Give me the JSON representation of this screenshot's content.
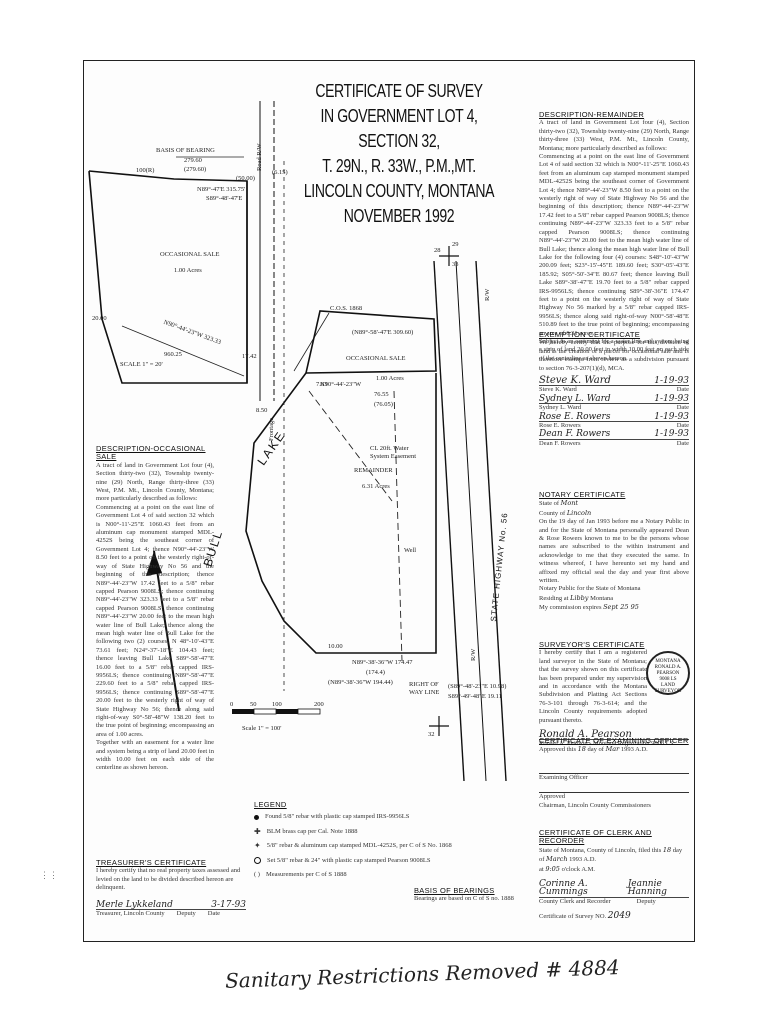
{
  "title": {
    "line1": "CERTIFICATE OF SURVEY",
    "line2": "IN GOVERNMENT LOT 4, SECTION 32,",
    "line3": "T. 29N., R. 33W., P.M.,MT.",
    "line4": "LINCOLN COUNTY, MONTANA",
    "line5": "NOVEMBER 1992"
  },
  "map": {
    "basis_of_bearing": "BASIS OF BEARING",
    "basis_v1": "279.60",
    "basis_v2": "(279.60)",
    "bearing_top": "N89°-47'E 315.75'",
    "bearing_top2": "S89°-48'-47'E",
    "dim_100": "100(R)",
    "dim_50": "(50.00)",
    "dim_615": "(6.15)",
    "occasional_sale": "OCCASIONAL SALE",
    "acres_100": "1.00 Acres",
    "bearing_mid": "N90°-44'-23\"W 323.33",
    "dim_960": "960.25",
    "scale_left": "SCALE 1\" = 20'",
    "dim_1742": "17.42",
    "dim_2000": "20.00",
    "road_rw": "Road R/W",
    "cos_label": "C.O.S. 1868",
    "bearing_cos": "(N89°-58'-47'E 309.60)",
    "occasional_sale2": "OCCASIONAL SALE",
    "acres_100b": "1.00 Acres",
    "dim_763": "7.63",
    "dim_850": "8.50",
    "bearing_lower": "N90°-44'-23\"W",
    "dim_7655": "76.55",
    "dim_7605": "(76.05)",
    "cl_easement": "CL 20ft. Water System Easement",
    "remainder": "REMAINDER",
    "acres_631": "6.31 Acres",
    "lake": "LAKE",
    "bull": "BULL",
    "well": "Well",
    "highway": "STATE HIGHWAY No. 56",
    "bearing_bottom": "N89°-38'-36\"W 174.47",
    "bearing_bottom2": "(174.4)",
    "bearing_bottom3": "(N89°-38'-36\"W 194.44)",
    "dim_1000": "10.00",
    "right_of_way": "RIGHT OF WAY LINE",
    "bearing_s89": "(S89°-48'-23\"E 10.98)",
    "bearing_s89b": "S89°-49'-48\"E 19.11",
    "scale_bar_labels": [
      "0",
      "50",
      "100",
      "200"
    ],
    "scale_bottom": "Scale 1\" = 100'",
    "rw": "R/W",
    "n29": "29",
    "n33": "33",
    "n32": "32",
    "n28": "28",
    "frontage": "Frontage"
  },
  "desc_remainder": {
    "heading": "DESCRIPTION-REMAINDER",
    "p1": "A tract of land in Government Lot four (4), Section thirty-two (32), Township twenty-nine (29) North, Range thirty-three (33) West, P.M. Mt., Lincoln County, Montana; more particularly described as follows:",
    "p2": "Commencing at a point on the east line of Government Lot 4 of said section 32 which is N00°-11'-25\"E 1060.43 feet from an aluminum cap stamped monument stamped MDL-4252S being the southeast corner of Government Lot 4; thence N89°-44'-23\"W 8.50 feet to a point on the westerly right of way of State Highway No 56 and the beginning of this description; thence N89°-44'-23\"W 17.42 feet to a 5/8\" rebar capped Pearson 9008LS; thence continuing N89°-44'-23\"W 323.33 feet to a 5/8\" rebar capped Pearson 9008LS; thence continuing N89°-44'-23\"W 20.00 feet to the mean high water line of Bull Lake; thence along the mean high water line of Bull Lake for the following four (4) courses: S48°-10'-43\"W 200.09 feet; S23°-15'-45\"E 189.60 feet; S30°-05'-43\"E 185.92; S05°-50'-34\"E 80.67 feet; thence leaving Bull Lake S89°-38'-47\"E 19.70 feet to a 5/8\" rebar capped IRS-9956LS; thence continuing S89°-38'-36\"E 174.47 feet to a point on the westerly right of way of State Highway No 56 marked by a 5/8\" rebar capped IRS-9956LS; thence along said right-of-way N00°-58'-48\"E 510.89 feet to the true point of beginning; encompassing an area of 6.31 acres.",
    "p3": "Subject to an easement for a water line and system being a strip of land 20.00 feet in width 10.00 feet on each side of the centerline as shown hereon."
  },
  "exemption": {
    "heading": "EXEMPTION CERTIFICATE",
    "text": "We hereby certify that the purpose for this division of land is the creation of a parcel for occasional sale and is therefore exempt from review as a subdivision pursuant to section 76-3-207(1)(d), MCA.",
    "sig1": "Steve K. Ward",
    "date1": "1-19-93",
    "name1": "Steve K. Ward",
    "sig2": "Sydney L. Ward",
    "date2": "1-19-93",
    "name2": "Sydney L. Ward",
    "sig3": "Rose E. Rowers",
    "date3": "1-19-93",
    "name3": "Rose E. Rowers",
    "sig4": "Dean F. Rowers",
    "date4": "1-19-93",
    "name4": "Dean F. Rowers",
    "date_label": "Date"
  },
  "notary": {
    "heading": "NOTARY CERTIFICATE",
    "state": "State of",
    "state_val": "Mont",
    "county": "County of",
    "county_val": "Lincoln",
    "text": "On the 19 day of Jan 1993 before me a Notary Public in and for the State of Montana personally appeared Dean & Rose Rowers known to me to be the persons whose names are subscribed to the within instrument and acknowledge to me that they executed the same. In witness whereof, I have hereunto set my hand and affixed my official seal the day and year first above written.",
    "line2": "Notary Public for the State of Montana",
    "residing": "Residing at",
    "residing_val": "Libby",
    "residing_state": "Montana",
    "expires": "My commission expires",
    "expires_val": "Sept 25 95"
  },
  "surveyor": {
    "heading": "SURVEYOR'S CERTIFICATE",
    "text": "I hereby certify that I am a registered land surveyor in the State of Montana; that the survey shown on this certificate has been prepared under my supervision and in accordance with the Montana Subdivision and Platting Act Sections 76-3-101 through 76-3-614; and the Lincoln County requirements adopted pursuant thereto.",
    "sig": "Ronald A. Pearson",
    "name": "Ronald A. Pearson - Montana Registration 9008 LS",
    "seal_top": "MONTANA",
    "seal_name": "RONALD A. PEARSON",
    "seal_num": "9008 LS",
    "seal_bottom": "LAND SURVEYOR"
  },
  "examining": {
    "heading": "CERTIFICATE OF EXAMINING OFFICER",
    "approved": "Approved this",
    "day": "18",
    "day_of": "day of",
    "month": "Mar",
    "year": "1993 A.D.",
    "officer_label": "Examining Officer",
    "approved2": "Approved",
    "chair": "Chairman, Lincoln County Commissioners"
  },
  "clerk": {
    "heading": "CERTIFICATE OF CLERK AND RECORDER",
    "text": "State of Montana, County of Lincoln, filed this",
    "day": "18",
    "day_of": "day of",
    "month": "March",
    "year": "1993 A.D.",
    "at": "at",
    "time": "9:05",
    "oclock": "o'clock A.M.",
    "sig1": "Corinne A. Cummings",
    "sig2": "Jeannie Hanning",
    "role1": "County Clerk and Recorder",
    "role2": "Deputy",
    "cos_label": "Certificate of Survey NO.",
    "cos_num": "2049"
  },
  "desc_occasional": {
    "heading": "DESCRIPTION-OCCASIONAL SALE",
    "p1": "A tract of land in Government Lot four (4), Section thirty-two (32), Township twenty-nine (29) North, Range thirty-three (33) West, P.M. Mt., Lincoln County, Montana; more particularly described as follows:",
    "p2": "Commencing at a point on the east line of Government Lot 4 of said section 32 which is N00°-11'-25\"E 1060.43 feet from an aluminum cap monument stamped MDL-4252S being the southeast corner of Government Lot 4; thence N90°-44'-23\"W 8.50 feet to a point on the westerly right-of-way of State Highway No 56 and the beginning of this description; thence N89°-44'-23\"W 17.42 feet to a 5/8\" rebar capped Pearson 9008LS; thence continuing N89°-44'-23\"W 323.33 feet to a 5/8\" rebar capped Pearson 9008LS; thence continuing N89°-44'-23\"W 20.00 feet to the mean high water line of Bull Lake; thence along the mean high water line of Bull Lake for the following two (2) courses: N 48°-10'-43\"E 73.61 feet; N24°-37'-18\"E 104.43 feet; thence leaving Bull Lake S89°-58'-47\"E 16.00 feet to a 5/8\" rebar capped IRS-9956LS; thence continuing N89°-58'-47\"E 229.60 feet to a 5/8\" rebar capped IRS-9956LS; thence continuing S89°-58'-47\"E 20.00 feet to the westerly right of way of State Highway No 56; thence along said right-of-way S0°-58'-48\"W 138.20 feet to the true point of beginning; encompassing an area of 1.00 acres.",
    "p3": "Together with an easement for a water line and system being a strip of land 20.00 feet in width 10.00 feet on each side of the centerline as shown hereon."
  },
  "legend": {
    "heading": "LEGEND",
    "items": [
      "Found 5/8\" rebar with plastic cap stamped IRS-9956LS",
      "BLM brass cap per Cal. Note 1888",
      "5/8\" rebar & aluminum cap stamped MDL-4252S, per C of S No. 1868",
      "Set 5/8\" rebar & 24\" with plastic cap stamped Pearson 9008LS",
      "Measurements per C of S 1888"
    ],
    "paren_symbol": "(   )"
  },
  "treasurer": {
    "heading": "TREASURER'S CERTIFICATE",
    "text": "I hereby certify that no real property taxes assessed and levied on the land to be divided described hereon are delinquent.",
    "sig": "Merle Lykkeland",
    "date": "3-17-93",
    "role1": "Treasurer, Lincoln County",
    "role2": "Deputy",
    "role3": "Date"
  },
  "basis_of_bearings": {
    "heading": "BASIS OF BEARINGS",
    "text": "Bearings are based on C of S no. 1888"
  },
  "footer": {
    "note": "Sanitary Restrictions Removed",
    "num": "# 4884"
  }
}
